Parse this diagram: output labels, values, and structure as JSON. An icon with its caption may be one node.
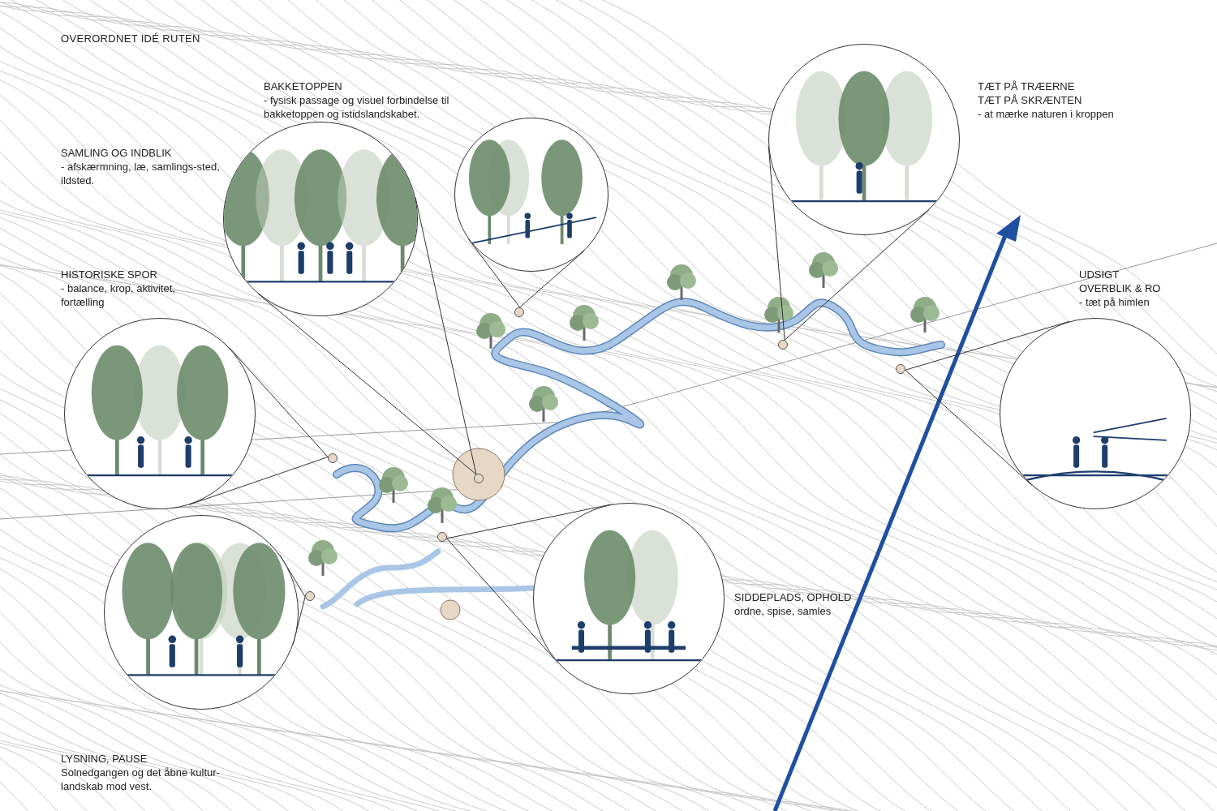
{
  "diagram": {
    "title": "OVERORDNET IDÉ RUTEN",
    "nodes": [
      {
        "text": [],
        "shape": "picture",
        "beside": [
          "BAKKETOPPEN",
          "- fysisk passage og visuel forbindelse til bakketoppen og istidslandskabet."
        ]
      },
      {
        "text": [],
        "shape": "picture",
        "beside": [
          "SAMLING OG INDBLIK",
          "- afskærmning, læ, samlings-sted, ildsted."
        ]
      },
      {
        "text": [],
        "shape": "picture",
        "beside": [
          "TÆT PÅ TRÆERNE",
          "TÆT PÅ SKRÆNTEN",
          "- at mærke naturen i kroppen"
        ]
      },
      {
        "text": [],
        "shape": "picture",
        "beside": [
          "HISTORISKE SPOR",
          "- balance, krop, aktivitet, fortælling"
        ]
      },
      {
        "text": [],
        "shape": "picture",
        "beside": [
          "UDSIGT",
          "OVERBLIK & RO",
          "- tæt på himlen"
        ]
      },
      {
        "text": [],
        "shape": "picture",
        "beside": [
          "SIDDEPLADS, OPHOLD",
          "ordne, spise, samles"
        ]
      },
      {
        "text": [],
        "shape": "picture",
        "beside": [
          "LYSNING, PAUSE",
          "Solnedgangen og det åbne kultur-landskab mod vest."
        ]
      },
      {
        "text": [],
        "shape": "circle"
      },
      {
        "text": [],
        "shape": "circle"
      },
      {
        "text": [],
        "shape": "circle"
      },
      {
        "text": [],
        "shape": "circle"
      },
      {
        "text": [],
        "shape": "circle"
      },
      {
        "text": [],
        "shape": "circle"
      },
      {
        "text": [],
        "shape": "circle"
      }
    ],
    "edges": [
      {
        "from": 0,
        "to": 7,
        "arrow": "none"
      },
      {
        "from": 1,
        "to": 8,
        "arrow": "none"
      },
      {
        "from": 2,
        "to": 9,
        "arrow": "none"
      },
      {
        "from": 3,
        "to": 10,
        "arrow": "none"
      },
      {
        "from": 4,
        "to": 11,
        "arrow": "none"
      },
      {
        "from": 5,
        "to": 12,
        "arrow": "none"
      },
      {
        "from": 6,
        "to": 13,
        "arrow": "none"
      }
    ]
  }
}
